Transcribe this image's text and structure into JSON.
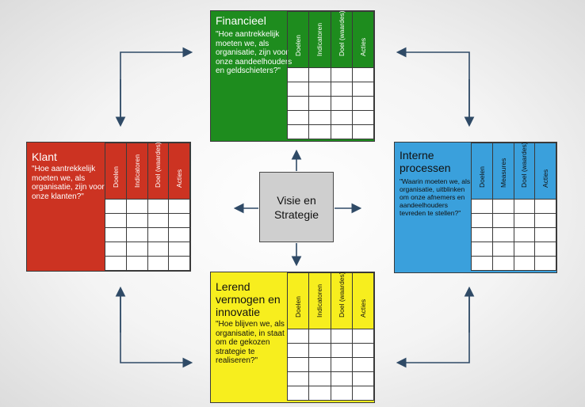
{
  "center": {
    "line1": "Visie en",
    "line2": "Strategie"
  },
  "headers_std": [
    "Doelen",
    "Indicatoren",
    "Doel (waardes)",
    "Acties"
  ],
  "headers_proc": [
    "Doelen",
    "Measures",
    "Doel (waardes)",
    "Acties"
  ],
  "colors": {
    "green": "#1e8c1e",
    "red": "#cc3322",
    "blue": "#3aa0dc",
    "yellow": "#f7ee1e",
    "arrow": "#2f4a66"
  },
  "financieel": {
    "title": "Financieel",
    "question": "\"Hoe aantrekkelijk moeten we, als organisatie, zijn voor onze aandeelhouders en geldschieters?\""
  },
  "klant": {
    "title": "Klant",
    "question": "\"Hoe aantrekkelijk moeten we, als organisatie, zijn voor onze klanten?\""
  },
  "interne": {
    "title": "Interne processen",
    "question": "\"Waarin moeten we, als organisatie, uitblinken om onze afnemers en aandeelhouders tevreden te stellen?\""
  },
  "lerend": {
    "title": "Lerend vermogen en innovatie",
    "question": "\"Hoe blijven we, als organisatie, in staat om de gekozen strategie te realiseren?\""
  }
}
